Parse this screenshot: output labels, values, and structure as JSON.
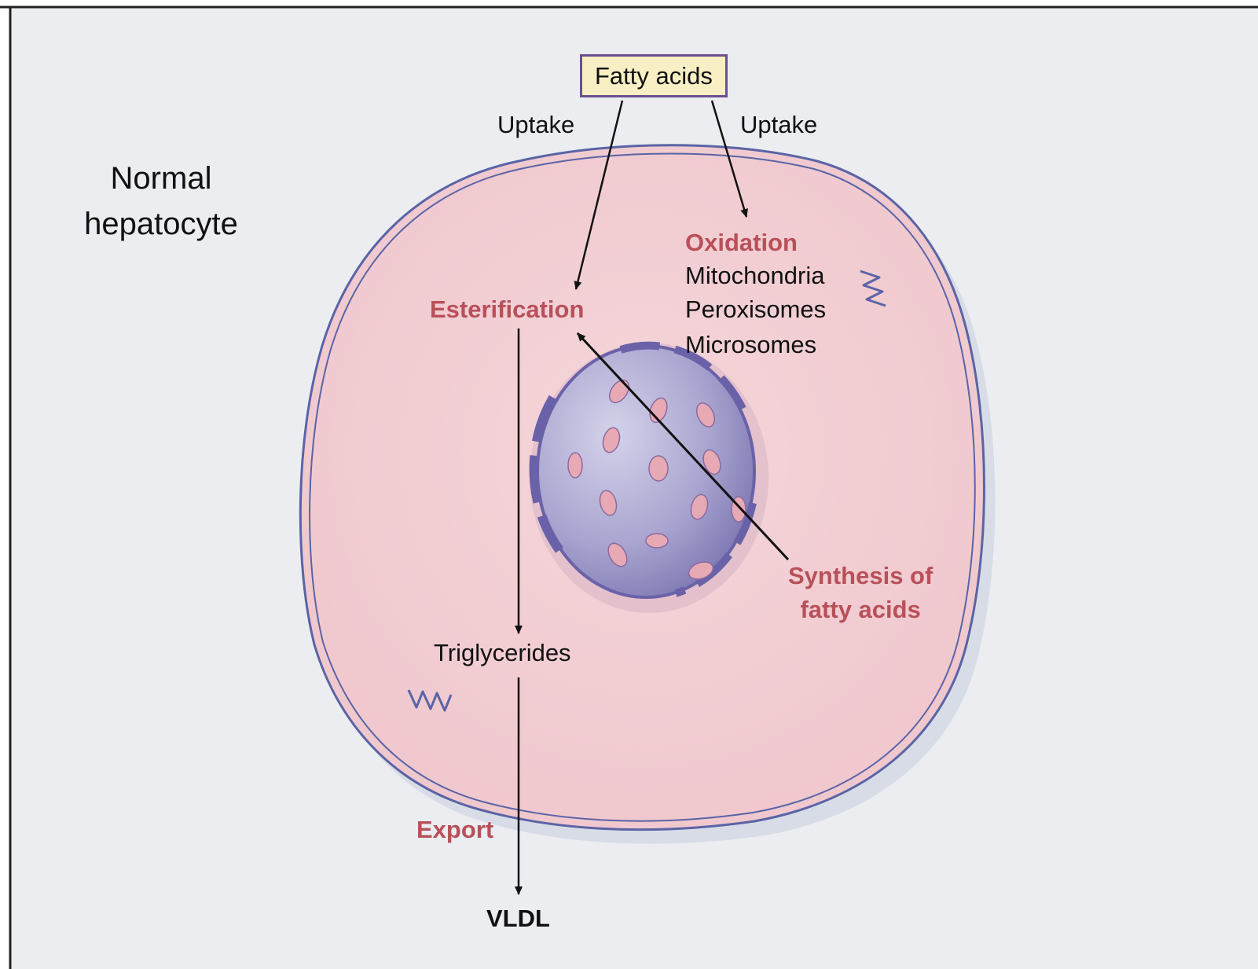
{
  "title": {
    "line1": "Normal",
    "line2": "hepatocyte"
  },
  "labels": {
    "fatty_acids": "Fatty acids",
    "uptake_left": "Uptake",
    "uptake_right": "Uptake",
    "esterification": "Esterification",
    "oxidation": "Oxidation",
    "organelles": [
      "Mitochondria",
      "Peroxisomes",
      "Microsomes"
    ],
    "synthesis_line1": "Synthesis of",
    "synthesis_line2": "fatty acids",
    "triglycerides": "Triglycerides",
    "export": "Export",
    "vldl": "VLDL"
  },
  "colors": {
    "background": "#ebedf0",
    "cytoplasm": "#f2cfd4",
    "membrane": "#5a64a6",
    "nucleus": "#9b97c4",
    "pathway_text": "#b8505a",
    "label_box_fill": "#f8efc4",
    "label_box_border": "#6b4f8f"
  }
}
